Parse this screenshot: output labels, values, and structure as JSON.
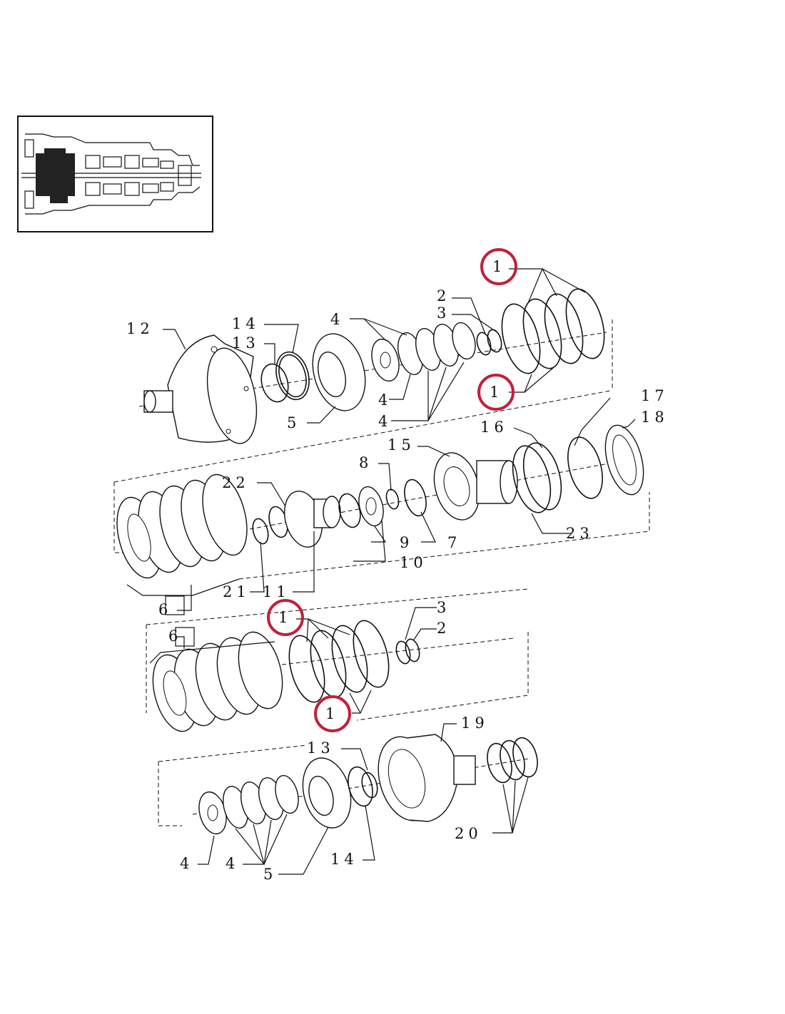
{
  "diagram": {
    "callouts": [
      {
        "id": "c1a",
        "text": "1"
      },
      {
        "id": "c1b",
        "text": "1"
      },
      {
        "id": "c1c",
        "text": "1"
      },
      {
        "id": "c1d",
        "text": "1"
      },
      {
        "id": "c2a",
        "text": "2"
      },
      {
        "id": "c2b",
        "text": "2"
      },
      {
        "id": "c3a",
        "text": "3"
      },
      {
        "id": "c3b",
        "text": "3"
      },
      {
        "id": "c4a",
        "text": "4"
      },
      {
        "id": "c4b",
        "text": "4"
      },
      {
        "id": "c4c",
        "text": "4"
      },
      {
        "id": "c4d",
        "text": "4"
      },
      {
        "id": "c4e",
        "text": "4"
      },
      {
        "id": "c5a",
        "text": "5"
      },
      {
        "id": "c5b",
        "text": "5"
      },
      {
        "id": "c6a",
        "text": "6"
      },
      {
        "id": "c6b",
        "text": "6"
      },
      {
        "id": "c7",
        "text": "7"
      },
      {
        "id": "c8",
        "text": "8"
      },
      {
        "id": "c9",
        "text": "9"
      },
      {
        "id": "c10",
        "text": "10"
      },
      {
        "id": "c11",
        "text": "11"
      },
      {
        "id": "c12",
        "text": "12"
      },
      {
        "id": "c13a",
        "text": "13"
      },
      {
        "id": "c13b",
        "text": "13"
      },
      {
        "id": "c14a",
        "text": "14"
      },
      {
        "id": "c14b",
        "text": "14"
      },
      {
        "id": "c15",
        "text": "15"
      },
      {
        "id": "c16",
        "text": "16"
      },
      {
        "id": "c17",
        "text": "17"
      },
      {
        "id": "c18",
        "text": "18"
      },
      {
        "id": "c19",
        "text": "19"
      },
      {
        "id": "c20",
        "text": "20"
      },
      {
        "id": "c21",
        "text": "21"
      },
      {
        "id": "c22",
        "text": "22"
      },
      {
        "id": "c23",
        "text": "23"
      }
    ],
    "highlight_color": "#c0213a",
    "line_color": "#111111"
  }
}
